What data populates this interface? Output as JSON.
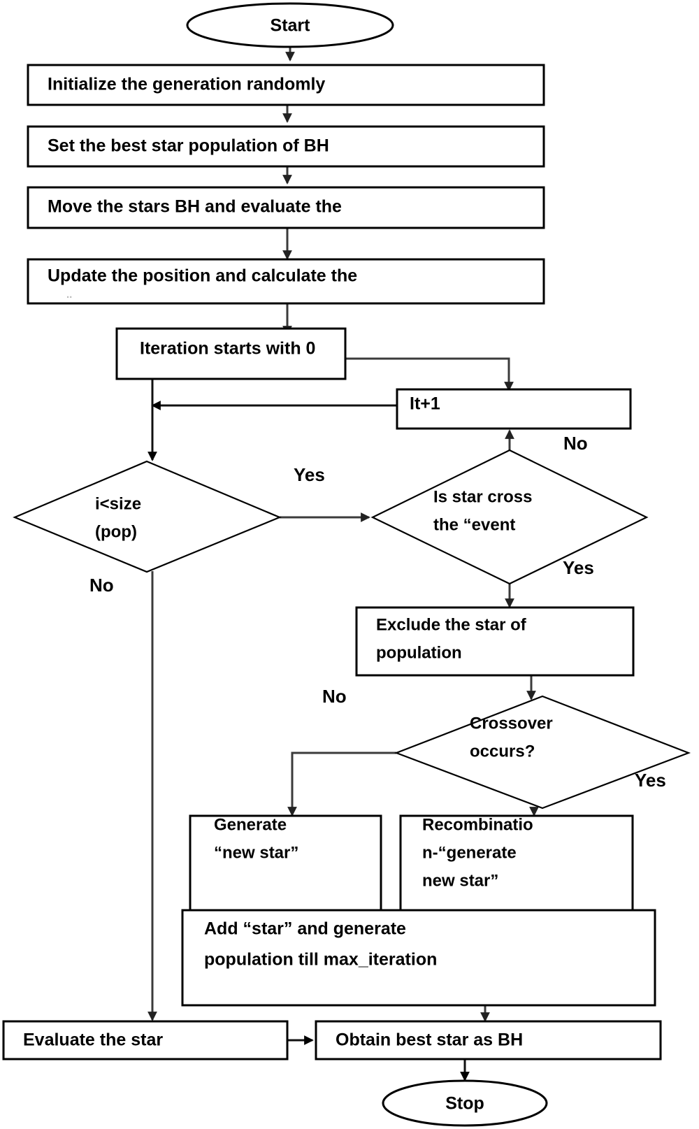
{
  "diagram": {
    "type": "flowchart",
    "title": "Black Hole algorithm flowchart",
    "background_color": "#ffffff",
    "line_color": "#3b3b3b",
    "text_color": "#000000"
  },
  "nodes": {
    "start": {
      "label": "Start",
      "shape": "terminator"
    },
    "init": {
      "label": "Initialize the generation randomly",
      "shape": "process"
    },
    "set_best": {
      "label": "Set the best star population of BH",
      "shape": "process"
    },
    "move_stars": {
      "label": "Move the stars BH and evaluate the",
      "shape": "process"
    },
    "update_pos": {
      "label": "Update the position and calculate the",
      "label2": "..",
      "shape": "process"
    },
    "iteration": {
      "label": "Iteration starts with 0",
      "shape": "process"
    },
    "it_plus": {
      "label": "It+1",
      "shape": "process"
    },
    "cond_size": {
      "label_line1": "i<size",
      "label_line2": "(pop)",
      "shape": "decision"
    },
    "cond_event": {
      "label_line1": "Is star cross",
      "label_line2": "the “event",
      "shape": "decision"
    },
    "exclude": {
      "label_line1": "Exclude the star of",
      "label_line2": "population",
      "shape": "process"
    },
    "cond_crossover": {
      "label_line1": "Crossover",
      "label_line2": "occurs?",
      "shape": "decision"
    },
    "generate": {
      "label_line1": "Generate",
      "label_line2": "“new star”",
      "shape": "process"
    },
    "recombination": {
      "label_line1": "Recombinatio",
      "label_line2": "n-“generate",
      "label_line3": "new star”",
      "shape": "process"
    },
    "add_star": {
      "label_line1": "Add “star” and generate",
      "label_line2": "population till max_iteration",
      "shape": "process"
    },
    "evaluate": {
      "label": "Evaluate the star",
      "shape": "process"
    },
    "obtain_best": {
      "label": "Obtain best star as BH",
      "shape": "process"
    },
    "stop": {
      "label": "Stop",
      "shape": "terminator"
    }
  },
  "edge_labels": {
    "size_yes": "Yes",
    "size_no": "No",
    "event_no": "No",
    "event_yes": "Yes",
    "crossover_no": "No",
    "crossover_yes": "Yes"
  }
}
